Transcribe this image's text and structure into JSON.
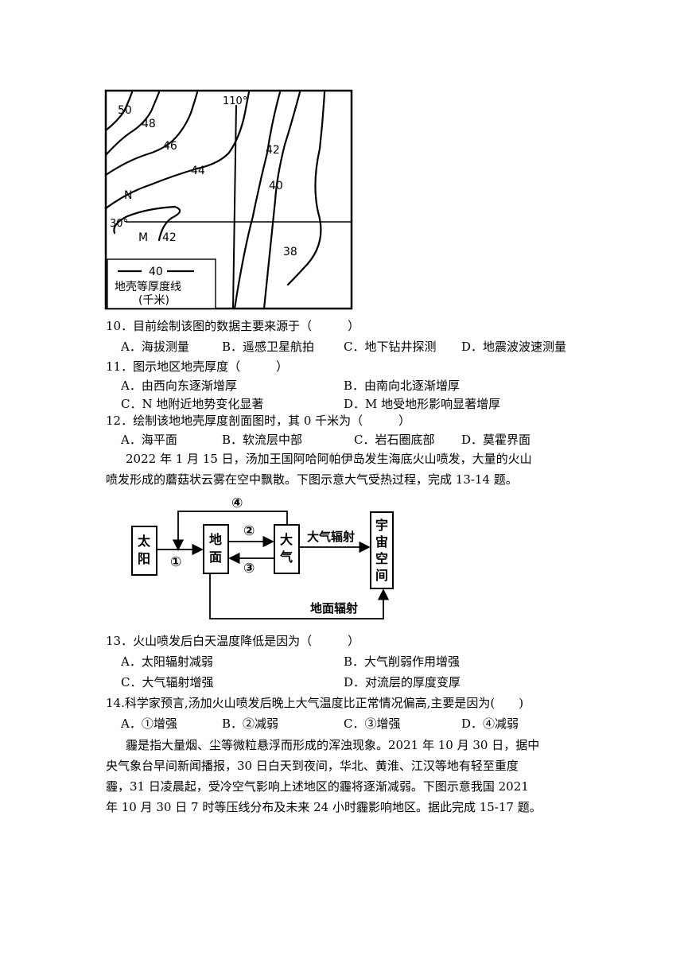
{
  "map": {
    "meridian_label": "110°",
    "parallel_label": "30°",
    "contour_labels": [
      "50",
      "48",
      "46",
      "44",
      "42",
      "40",
      "38",
      "42"
    ],
    "point_n": "N",
    "point_m": "M",
    "legend_value": "40",
    "legend_title": "地壳等厚度线",
    "legend_unit": "(千米)"
  },
  "q10": {
    "stem": "10．目前绘制该图的数据主要来源于（　　　）",
    "options": [
      "A．海拔测量",
      "B．遥感卫星航拍",
      "C．地下钻井探测",
      "D．地震波波速测量"
    ]
  },
  "q11": {
    "stem": "11．图示地区地壳厚度（　　　）",
    "options": [
      "A．由西向东逐渐增厚",
      "B．由南向北逐渐增厚",
      "C．N 地附近地势变化显著",
      "D．M 地受地形影响显著增厚"
    ]
  },
  "q12": {
    "stem": "12．绘制该地地壳厚度剖面图时，其 0 千米为（　　　）",
    "options": [
      "A．海平面",
      "B．软流层中部",
      "C．岩石圈底部",
      "D．莫霍界面"
    ]
  },
  "para1": {
    "line1": "2022 年 1 月 15 日，汤加王国阿哈阿帕伊岛发生海底火山喷发，大量的火山",
    "line2": "喷发形成的蘑菇状云雾在空中飘散。下图示意大气受热过程，完成 13-14 题。"
  },
  "diagram": {
    "sun": [
      "太",
      "阳"
    ],
    "ground": [
      "地",
      "面"
    ],
    "atmosphere": [
      "大",
      "气"
    ],
    "space": [
      "宇",
      "宙",
      "空",
      "间"
    ],
    "arrow1": "①",
    "arrow2": "②",
    "arrow3": "③",
    "arrow4": "④",
    "atm_radiation": "大气辐射",
    "ground_radiation": "地面辐射"
  },
  "q13": {
    "stem": "13．火山喷发后白天温度降低是因为（　　　）",
    "options": [
      "A．太阳辐射减弱",
      "B．大气削弱作用增强",
      "C．大气辐射增强",
      "D．对流层的厚度变厚"
    ]
  },
  "q14": {
    "stem": "14.科学家预言,汤加火山喷发后晚上大气温度比正常情况偏高,主要是因为(　　)",
    "options": [
      "A．①增强",
      "B．②减弱",
      "C．③增强",
      "D．④减弱"
    ]
  },
  "para2": {
    "line1": "霾是指大量烟、尘等微粒悬浮而形成的浑浊现象。2021 年 10 月 30 日，据中",
    "line2": "央气象台早间新闻播报，30 日白天到夜间，华北、黄淮、江汉等地有轻至重度",
    "line3": "霾，31 日凌晨起，受冷空气影响上述地区的霾将逐渐减弱。下图示意我国 2021",
    "line4": "年 10 月 30 日 7 时等压线分布及未来 24 小时霾影响地区。据此完成 15-17 题。"
  }
}
